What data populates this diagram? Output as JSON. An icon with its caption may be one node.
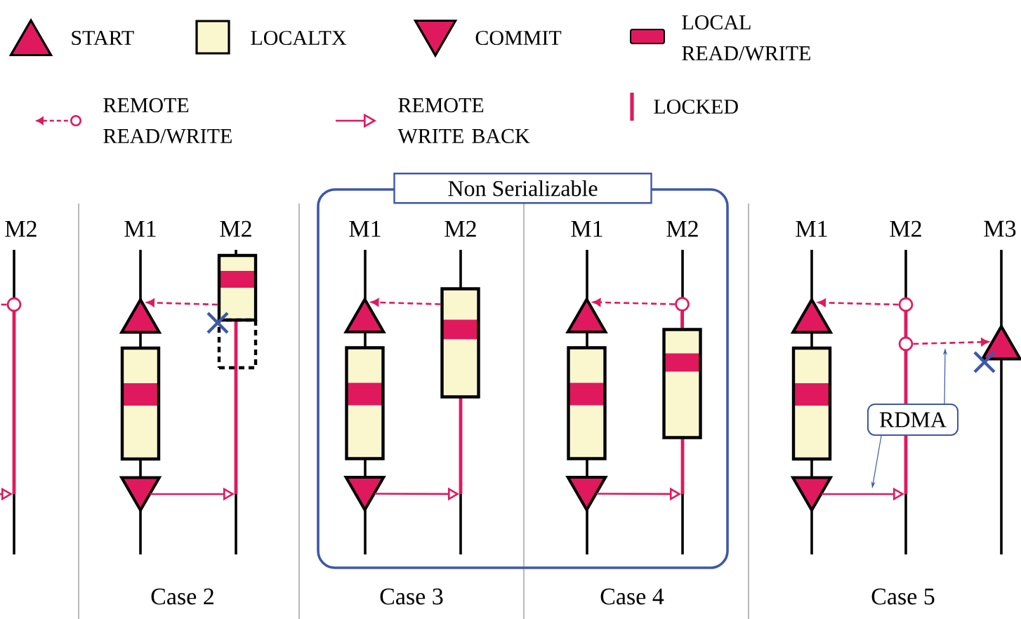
{
  "diagram": {
    "nodes": [
      {
        "text": [],
        "shape": "circle"
      },
      {
        "text": [],
        "shape": "triangle"
      },
      {
        "text": [],
        "shape": "box"
      },
      {
        "text": [],
        "shape": "triangle"
      },
      {
        "text": [],
        "shape": "box"
      },
      {
        "text": [],
        "shape": "box"
      },
      {
        "text": [
          "Non Serializable"
        ]
      },
      {
        "text": [],
        "shape": "triangle",
        "in": 6
      },
      {
        "text": [],
        "shape": "box",
        "in": 6
      },
      {
        "text": [],
        "shape": "triangle",
        "in": 6
      },
      {
        "text": [],
        "shape": "box",
        "in": 6
      },
      {
        "text": [],
        "shape": "circle",
        "in": 6
      },
      {
        "text": [],
        "shape": "triangle",
        "in": 6
      },
      {
        "text": [],
        "shape": "box",
        "in": 6
      },
      {
        "text": [],
        "shape": "triangle",
        "in": 6
      },
      {
        "text": [],
        "shape": "box",
        "in": 6
      },
      {
        "text": [],
        "shape": "circle"
      },
      {
        "text": [],
        "shape": "circle"
      },
      {
        "text": [],
        "shape": "triangle"
      },
      {
        "text": [],
        "shape": "box"
      },
      {
        "text": [],
        "shape": "triangle"
      },
      {
        "text": [],
        "shape": "triangle"
      },
      {
        "text": [
          "RDMA"
        ]
      }
    ],
    "edges": [
      {
        "from": 0,
        "to": null,
        "arrow": "none",
        "style": "dashed"
      },
      {
        "from": 4,
        "to": 1,
        "arrow": "to",
        "style": "dashed"
      },
      {
        "from": 3,
        "to": null,
        "arrow": "to"
      },
      {
        "from": 10,
        "to": 7,
        "arrow": "to",
        "style": "dashed"
      },
      {
        "from": 9,
        "to": null,
        "arrow": "to"
      },
      {
        "from": 11,
        "to": 12,
        "arrow": "to",
        "style": "dashed"
      },
      {
        "from": 14,
        "to": null,
        "arrow": "to"
      },
      {
        "from": 16,
        "to": 18,
        "arrow": "to",
        "style": "dashed"
      },
      {
        "from": 17,
        "to": 21,
        "arrow": "to",
        "style": "dashed"
      },
      {
        "from": 20,
        "to": null,
        "arrow": "to"
      },
      {
        "from": 22,
        "to": null,
        "arrow": "to",
        "color": "#3e58a8"
      },
      {
        "from": 22,
        "to": null,
        "arrow": "to",
        "color": "#3e58a8"
      },
      {
        "from": 11,
        "to": 15,
        "arrow": "none"
      }
    ],
    "labels": [
      "M2",
      "M1",
      "M2",
      "M1",
      "M2",
      "M1",
      "M2",
      "M1",
      "M2",
      "M3",
      "Case 2",
      "Case 3",
      "Case 4",
      "Case 5"
    ],
    "legend": [
      {
        "text": "START"
      },
      {
        "text": "LOCALTX"
      },
      {
        "text": "COMMIT"
      },
      {
        "text": "LOCAL READ/WRITE"
      },
      {
        "text": "REMOTE READ/WRITE"
      },
      {
        "text": "REMOTE WRITE BACK"
      },
      {
        "text": "LOCKED"
      }
    ]
  }
}
